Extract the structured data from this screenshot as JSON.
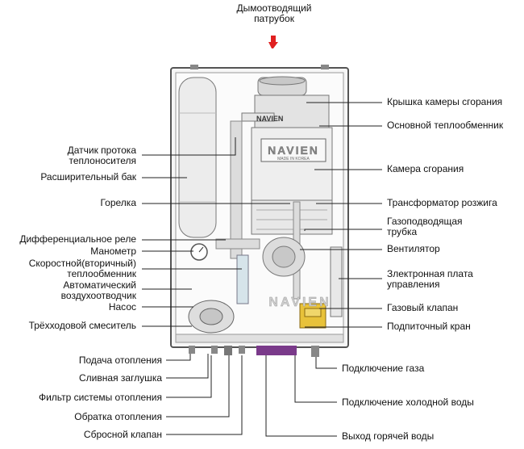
{
  "header": {
    "top_label": "Дымоотводящий\nпатрубок"
  },
  "brand": {
    "plate_text": "NAVIEN",
    "plate_sub": "MADE IN KOREA",
    "top_logo": "NAVIEN",
    "front_logo": "NAVIEN"
  },
  "colors": {
    "arrow": "#e02020",
    "lines": "#222222",
    "boiler_frame": "#555555",
    "gas_valve": "#e8c23a",
    "drain": "#7a3a8a"
  },
  "labels": {
    "left": [
      "Датчик протока\nтеплоносителя",
      "Расширительный бак",
      "Горелка",
      "Дифференциальное реле",
      "Манометр",
      "Скоростной(вторичный)\nтеплообменник",
      "Автоматический\nвоздухоотводчик",
      "Насос",
      "Трёхходовой смеситель"
    ],
    "right": [
      "Крышка камеры сгорания",
      "Основной теплообменник",
      "Камера сгорания",
      "Трансформатор розжига",
      "Газоподводящая\nтрубка",
      "Вентилятор",
      "Злектронная плата\nуправления",
      "Газовый клапан",
      "Подпиточный кран"
    ],
    "bottom_left": [
      "Подача отопления",
      "Сливная заглушка",
      "Фильтр системы отопления",
      "Обратка отопления",
      "Сбросной клапан"
    ],
    "bottom_right": [
      "Подключение газа",
      "Подключение холодной воды",
      "Выход горячей воды"
    ]
  }
}
